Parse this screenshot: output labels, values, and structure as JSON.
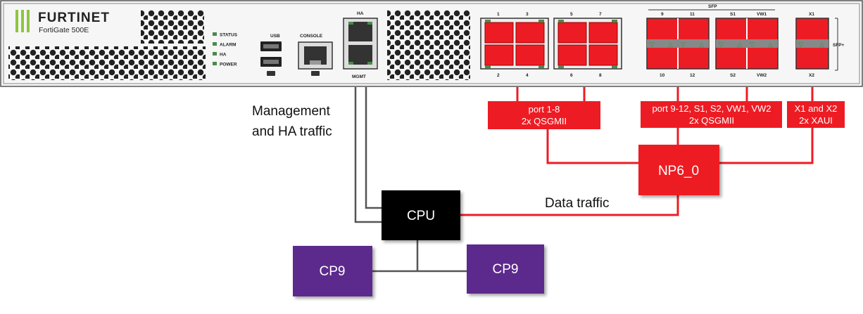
{
  "device": {
    "brand": "FURTINET",
    "model": "FortiGate 500E",
    "leds": [
      "STATUS",
      "ALARM",
      "HA",
      "POWER"
    ],
    "usb_label": "USB",
    "console_label": "CONSOLE",
    "ha_label": "HA",
    "mgmt_label": "MGMT",
    "sfp_label": "SFP",
    "sfp_plus_label": "SFP+",
    "port_group_a": {
      "top": [
        "1",
        "3"
      ],
      "bottom": [
        "2",
        "4"
      ]
    },
    "port_group_b": {
      "top": [
        "5",
        "7"
      ],
      "bottom": [
        "6",
        "8"
      ]
    },
    "sfp_group_a": {
      "top": [
        "9",
        "11"
      ],
      "bottom": [
        "10",
        "12"
      ]
    },
    "sfp_group_b": {
      "top": [
        "S1",
        "VW1"
      ],
      "bottom": [
        "S2",
        "VW2"
      ]
    },
    "sfp_group_c": {
      "top": [
        "X1"
      ],
      "bottom": [
        "X2"
      ]
    }
  },
  "boxes": {
    "port_1_8": [
      "port 1-8",
      "2x QSGMII"
    ],
    "port_9_12": [
      "port 9-12, S1, S2, VW1, VW2",
      "2x QSGMII"
    ],
    "x1_x2": [
      "X1 and X2",
      "2x XAUI"
    ],
    "np6": "NP6_0",
    "cpu": "CPU",
    "cp9_left": "CP9",
    "cp9_right": "CP9"
  },
  "labels": {
    "mgmt_traffic": [
      "Management",
      "and HA traffic"
    ],
    "data_traffic": "Data traffic"
  },
  "colors": {
    "red": "#ed1c24",
    "purple": "#5b2c8c",
    "cpu_black": "#000000",
    "logo_green": "#8dc63f",
    "panel_border": "#555555",
    "wire_gray": "#555555"
  }
}
